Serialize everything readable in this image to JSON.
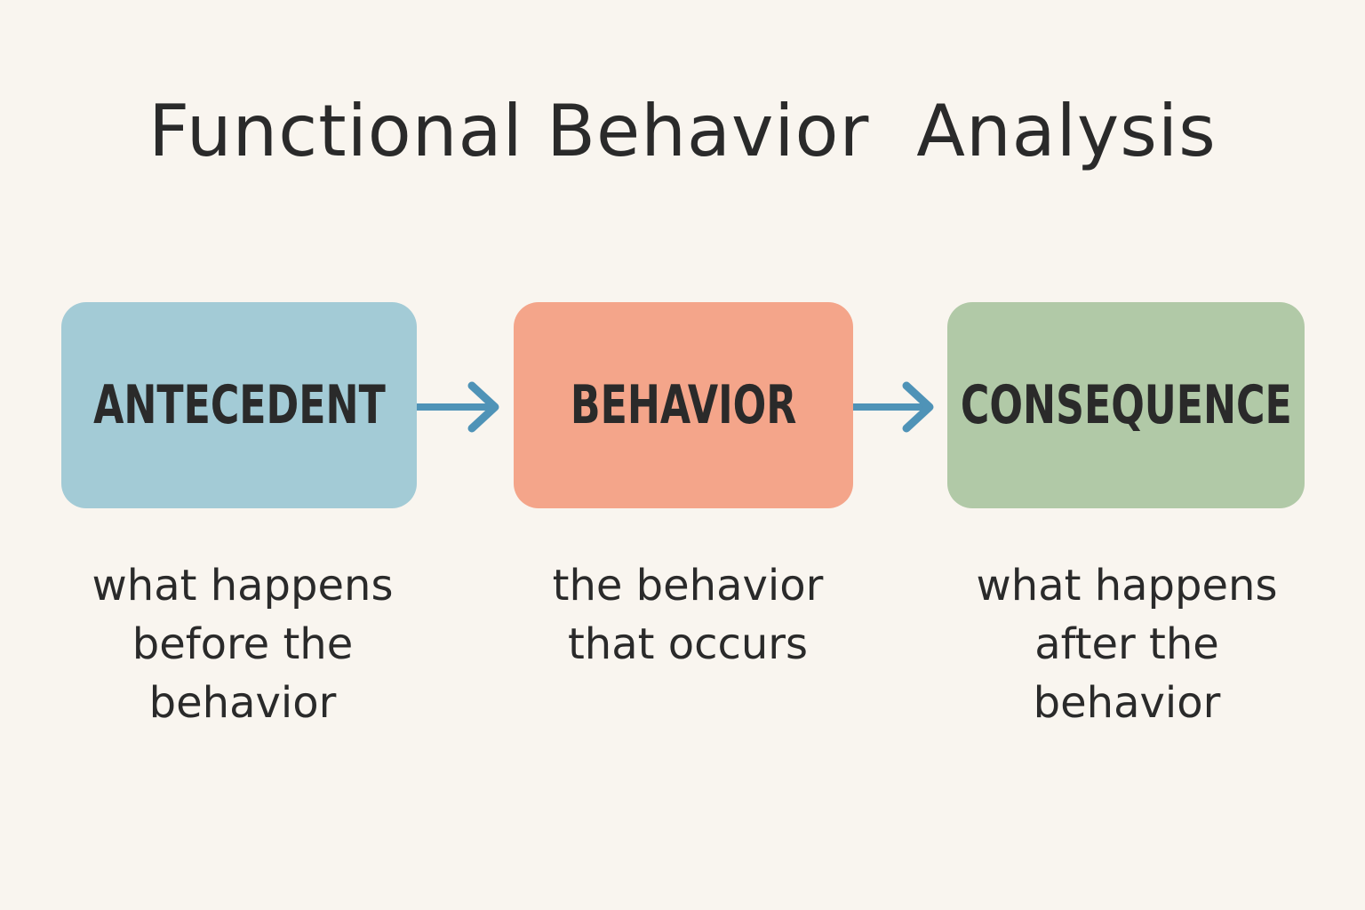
{
  "title": "Functional Behavior  Analysis",
  "colors": {
    "background": "#f9f5ef",
    "antecedent": "#a3cbd6",
    "behavior": "#f4a58a",
    "consequence": "#b1c9a7",
    "arrow": "#4f93b7",
    "text": "#2a2a2a"
  },
  "steps": [
    {
      "label": "ANTECEDENT",
      "description": [
        "what happens",
        "before the",
        "behavior"
      ]
    },
    {
      "label": "BEHAVIOR",
      "description": [
        "the behavior",
        "that occurs"
      ]
    },
    {
      "label": "CONSEQUENCE",
      "description": [
        "what happens",
        "after the",
        "behavior"
      ]
    }
  ],
  "arrows": [
    {
      "from": "ANTECEDENT",
      "to": "BEHAVIOR"
    },
    {
      "from": "BEHAVIOR",
      "to": "CONSEQUENCE"
    }
  ]
}
